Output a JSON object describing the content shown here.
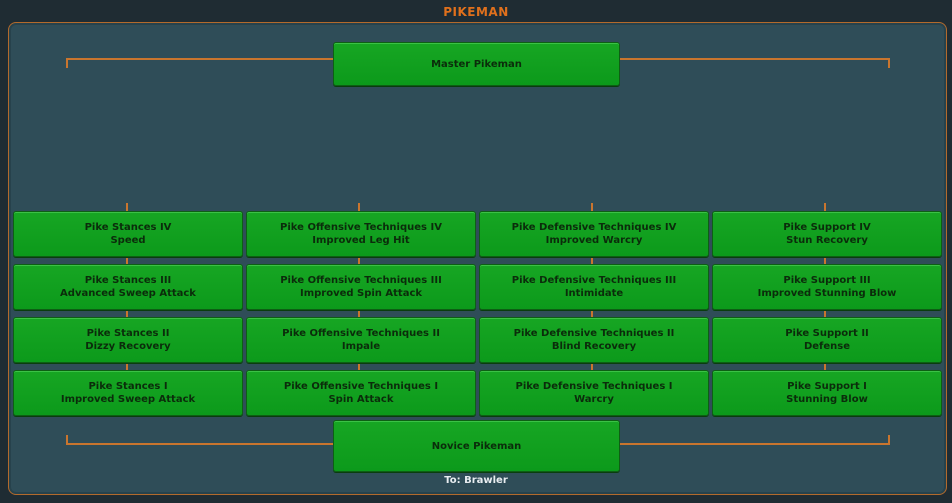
{
  "title": "PIKEMAN",
  "master": {
    "label": "Master Pikeman"
  },
  "novice": {
    "label": "Novice Pikeman"
  },
  "footer": {
    "link": "To: Brawler"
  },
  "accent_color": "#c9752e",
  "tile_color": "#12a41f",
  "columns": [
    {
      "tiers": [
        {
          "name": "Pike Stances IV",
          "skill": "Speed"
        },
        {
          "name": "Pike Stances III",
          "skill": "Advanced Sweep Attack"
        },
        {
          "name": "Pike Stances II",
          "skill": "Dizzy Recovery"
        },
        {
          "name": "Pike Stances I",
          "skill": "Improved Sweep Attack"
        }
      ]
    },
    {
      "tiers": [
        {
          "name": "Pike Offensive Techniques IV",
          "skill": "Improved Leg Hit"
        },
        {
          "name": "Pike Offensive Techniques III",
          "skill": "Improved Spin Attack"
        },
        {
          "name": "Pike Offensive Techniques II",
          "skill": "Impale"
        },
        {
          "name": "Pike Offensive Techniques I",
          "skill": "Spin Attack"
        }
      ]
    },
    {
      "tiers": [
        {
          "name": "Pike Defensive Techniques IV",
          "skill": "Improved Warcry"
        },
        {
          "name": "Pike Defensive Techniques III",
          "skill": "Intimidate"
        },
        {
          "name": "Pike Defensive Techniques II",
          "skill": "Blind Recovery"
        },
        {
          "name": "Pike Defensive Techniques I",
          "skill": "Warcry"
        }
      ]
    },
    {
      "tiers": [
        {
          "name": "Pike Support IV",
          "skill": "Stun Recovery"
        },
        {
          "name": "Pike Support III",
          "skill": "Improved Stunning Blow"
        },
        {
          "name": "Pike Support II",
          "skill": "Defense"
        },
        {
          "name": "Pike Support I",
          "skill": "Stunning Blow"
        }
      ]
    }
  ]
}
